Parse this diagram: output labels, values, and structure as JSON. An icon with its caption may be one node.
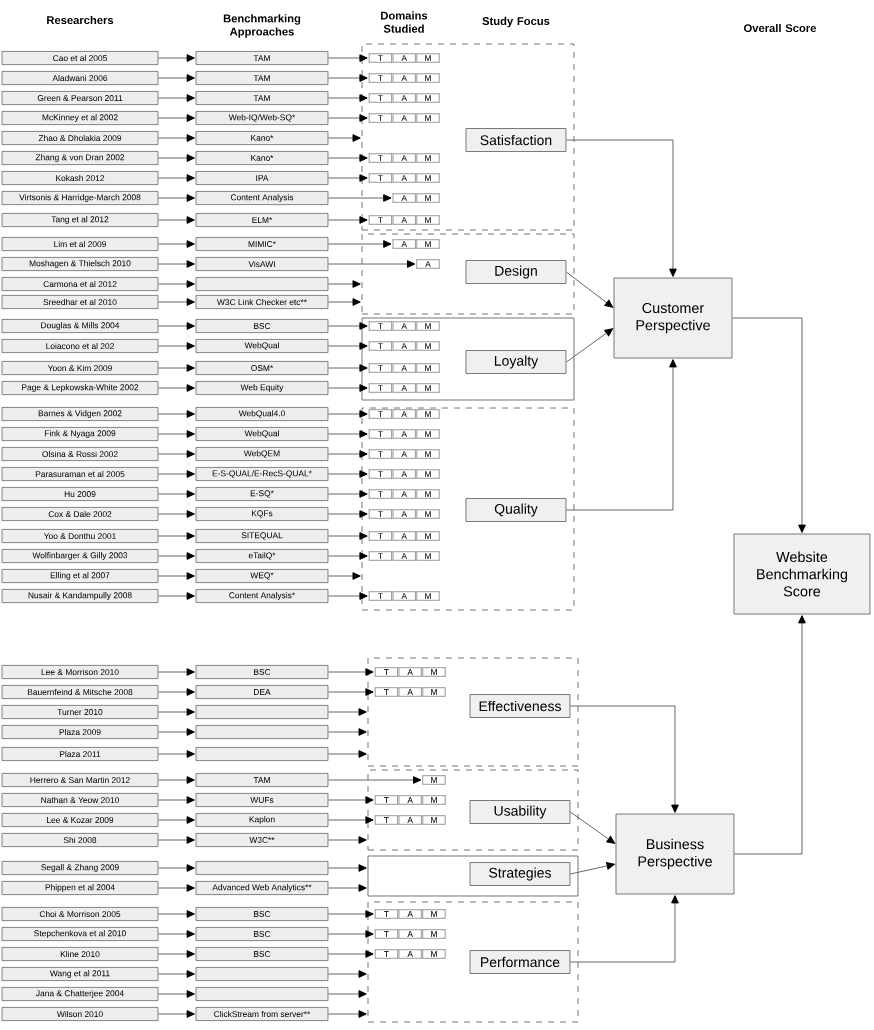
{
  "diagram": {
    "nodes": [
      {
        "text": [
          "Cao et al 2005"
        ]
      },
      {
        "text": [
          "Aladwani 2006"
        ]
      },
      {
        "text": [
          "Green & Pearson 2011"
        ]
      },
      {
        "text": [
          "McKinney et al 2002"
        ]
      },
      {
        "text": [
          "Zhao & Dholakia 2009"
        ]
      },
      {
        "text": [
          "Zhang & von Dran 2002"
        ]
      },
      {
        "text": [
          "Kokash 2012"
        ]
      },
      {
        "text": [
          "Virtsonis & Harridge-March 2008"
        ]
      },
      {
        "text": [
          "Tang et al 2012"
        ]
      },
      {
        "text": [
          "Lim et al 2009"
        ]
      },
      {
        "text": [
          "Moshagen & Thielsch 2010"
        ]
      },
      {
        "text": [
          "Carmona et al 2012"
        ]
      },
      {
        "text": [
          "Sreedhar et al 2010"
        ]
      },
      {
        "text": [
          "Douglas & Mills 2004"
        ]
      },
      {
        "text": [
          "Loiacono et al 202"
        ]
      },
      {
        "text": [
          "Yoon & Kim 2009"
        ]
      },
      {
        "text": [
          "Page & Lepkowska-White 2002"
        ]
      },
      {
        "text": [
          "Barnes & Vidgen 2002"
        ]
      },
      {
        "text": [
          "Fink & Nyaga 2009"
        ]
      },
      {
        "text": [
          "Olsina & Rossi 2002"
        ]
      },
      {
        "text": [
          "Parasuraman et al 2005"
        ]
      },
      {
        "text": [
          "Hu 2009"
        ]
      },
      {
        "text": [
          "Cox & Dale 2002"
        ]
      },
      {
        "text": [
          "Yoo & Donthu 2001"
        ]
      },
      {
        "text": [
          "Wolfinbarger & Gilly 2003"
        ]
      },
      {
        "text": [
          "Elling et al 2007"
        ]
      },
      {
        "text": [
          "Nusair & Kandampully 2008"
        ]
      },
      {
        "text": [
          "Lee & Morrison 2010"
        ]
      },
      {
        "text": [
          "Bauernfeind & Mitsche 2008"
        ]
      },
      {
        "text": [
          "Turner 2010"
        ]
      },
      {
        "text": [
          "Plaza 2009"
        ]
      },
      {
        "text": [
          "Plaza 2011"
        ]
      },
      {
        "text": [
          "Herrero & San Martin 2012"
        ]
      },
      {
        "text": [
          "Nathan & Yeow 2010"
        ]
      },
      {
        "text": [
          "Lee & Kozar 2009"
        ]
      },
      {
        "text": [
          "Shi 2008"
        ]
      },
      {
        "text": [
          "Segall & Zhang 2009"
        ]
      },
      {
        "text": [
          "Phippen et al 2004"
        ]
      },
      {
        "text": [
          "Choi & Morrison 2005"
        ]
      },
      {
        "text": [
          "Stepchenkova et al 2010"
        ]
      },
      {
        "text": [
          "Kline 2010"
        ]
      },
      {
        "text": [
          "Wang et al 2011"
        ]
      },
      {
        "text": [
          "Jana & Chatterjee 2004"
        ]
      },
      {
        "text": [
          "Wilson 2010"
        ]
      },
      {
        "text": [
          "TAM"
        ]
      },
      {
        "text": [
          "TAM"
        ]
      },
      {
        "text": [
          "TAM"
        ]
      },
      {
        "text": [
          "Web-IQ/Web-SQ*"
        ]
      },
      {
        "text": [
          "Kano*"
        ]
      },
      {
        "text": [
          "Kano*"
        ]
      },
      {
        "text": [
          "IPA"
        ]
      },
      {
        "text": [
          "Content Analysis"
        ]
      },
      {
        "text": [
          "ELM*"
        ]
      },
      {
        "text": [
          "MIMIC*"
        ]
      },
      {
        "text": [
          "VisAWI"
        ]
      },
      {
        "text": [],
        "shape": "box"
      },
      {
        "text": [
          "W3C Link Checker etc**"
        ]
      },
      {
        "text": [
          "BSC"
        ]
      },
      {
        "text": [
          "WebQual"
        ]
      },
      {
        "text": [
          "OSM*"
        ]
      },
      {
        "text": [
          "Web Equity"
        ]
      },
      {
        "text": [
          "WebQual4.0"
        ]
      },
      {
        "text": [
          "WebQual"
        ]
      },
      {
        "text": [
          "WebQEM"
        ]
      },
      {
        "text": [
          "E-S-QUAL/E-RecS-QUAL*"
        ]
      },
      {
        "text": [
          "E-SQ*"
        ]
      },
      {
        "text": [
          "KQFs"
        ]
      },
      {
        "text": [
          "SITEQUAL"
        ]
      },
      {
        "text": [
          "eTailQ*"
        ]
      },
      {
        "text": [
          "WEQ*"
        ]
      },
      {
        "text": [
          "Content Analysis*"
        ]
      },
      {
        "text": [
          "BSC"
        ]
      },
      {
        "text": [
          "DEA"
        ]
      },
      {
        "text": [],
        "shape": "box"
      },
      {
        "text": [],
        "shape": "box"
      },
      {
        "text": [],
        "shape": "box"
      },
      {
        "text": [
          "TAM"
        ]
      },
      {
        "text": [
          "WUFs"
        ]
      },
      {
        "text": [
          "Kaplon"
        ]
      },
      {
        "text": [
          "W3C**"
        ]
      },
      {
        "text": [],
        "shape": "box"
      },
      {
        "text": [
          "Advanced Web Analytics**"
        ]
      },
      {
        "text": [
          "BSC"
        ]
      },
      {
        "text": [
          "BSC"
        ]
      },
      {
        "text": [
          "BSC"
        ]
      },
      {
        "text": [],
        "shape": "box"
      },
      {
        "text": [],
        "shape": "box"
      },
      {
        "text": [
          "ClickStream from server**"
        ]
      },
      {
        "text": [],
        "shape": "box"
      },
      {
        "text": [],
        "shape": "box"
      },
      {
        "text": [],
        "shape": "box"
      },
      {
        "text": [],
        "shape": "box"
      },
      {
        "text": [],
        "shape": "box"
      },
      {
        "text": [],
        "shape": "box"
      },
      {
        "text": [],
        "shape": "box"
      },
      {
        "text": [],
        "shape": "box"
      },
      {
        "text": [
          "Satisfaction"
        ],
        "in": 88
      },
      {
        "text": [
          "Design"
        ],
        "in": 89
      },
      {
        "text": [
          "Loyalty"
        ],
        "in": 90
      },
      {
        "text": [
          "Quality"
        ],
        "in": 91
      },
      {
        "text": [
          "Effectiveness"
        ],
        "in": 92
      },
      {
        "text": [
          "Usability"
        ],
        "in": 93
      },
      {
        "text": [
          "Strategies"
        ],
        "in": 94
      },
      {
        "text": [
          "Performance"
        ],
        "in": 95
      },
      {
        "text": [
          "Customer Perspective"
        ]
      },
      {
        "text": [
          "Website Benchmarking Score"
        ]
      },
      {
        "text": [
          "Business Perspective"
        ]
      },
      {
        "text": [
          "T",
          "A",
          "M"
        ],
        "in": 88
      },
      {
        "text": [
          "T",
          "A",
          "M"
        ],
        "in": 88
      },
      {
        "text": [
          "T",
          "A",
          "M"
        ],
        "in": 88
      },
      {
        "text": [
          "T",
          "A",
          "M"
        ],
        "in": 88
      },
      {
        "text": [
          "T",
          "A",
          "M"
        ],
        "in": 88
      },
      {
        "text": [
          "T",
          "A",
          "M"
        ],
        "in": 88
      },
      {
        "text": [
          "A",
          "M"
        ],
        "in": 88
      },
      {
        "text": [
          "T",
          "A",
          "M"
        ],
        "in": 88
      },
      {
        "text": [
          "A",
          "M"
        ],
        "in": 89
      },
      {
        "text": [
          "A"
        ],
        "in": 89
      },
      {
        "text": [
          "T",
          "A",
          "M"
        ],
        "in": 90
      },
      {
        "text": [
          "T",
          "A",
          "M"
        ],
        "in": 90
      },
      {
        "text": [
          "T",
          "A",
          "M"
        ],
        "in": 90
      },
      {
        "text": [
          "T",
          "A",
          "M"
        ],
        "in": 90
      },
      {
        "text": [
          "T",
          "A",
          "M"
        ],
        "in": 91
      },
      {
        "text": [
          "T",
          "A",
          "M"
        ],
        "in": 91
      },
      {
        "text": [
          "T",
          "A",
          "M"
        ],
        "in": 91
      },
      {
        "text": [
          "T",
          "A",
          "M"
        ],
        "in": 91
      },
      {
        "text": [
          "T",
          "A",
          "M"
        ],
        "in": 91
      },
      {
        "text": [
          "T",
          "A",
          "M"
        ],
        "in": 91
      },
      {
        "text": [
          "T",
          "A",
          "M"
        ],
        "in": 91
      },
      {
        "text": [
          "T",
          "A",
          "M"
        ],
        "in": 91
      },
      {
        "text": [
          "T",
          "A",
          "M"
        ],
        "in": 91
      },
      {
        "text": [
          "T",
          "A",
          "M"
        ],
        "in": 92
      },
      {
        "text": [
          "T",
          "A",
          "M"
        ],
        "in": 92
      },
      {
        "text": [
          "M"
        ],
        "in": 93
      },
      {
        "text": [
          "T",
          "A",
          "M"
        ],
        "in": 93
      },
      {
        "text": [
          "T",
          "A",
          "M"
        ],
        "in": 93
      },
      {
        "text": [
          "T",
          "A",
          "M"
        ],
        "in": 95
      },
      {
        "text": [
          "T",
          "A",
          "M"
        ],
        "in": 95
      },
      {
        "text": [
          "T",
          "A",
          "M"
        ],
        "in": 95
      }
    ],
    "edges": [
      {
        "from": 0,
        "to": 44,
        "arrow": "to"
      },
      {
        "from": 1,
        "to": 45,
        "arrow": "to"
      },
      {
        "from": 2,
        "to": 46,
        "arrow": "to"
      },
      {
        "from": 3,
        "to": 47,
        "arrow": "to"
      },
      {
        "from": 4,
        "to": 48,
        "arrow": "to"
      },
      {
        "from": 5,
        "to": 49,
        "arrow": "to"
      },
      {
        "from": 6,
        "to": 50,
        "arrow": "to"
      },
      {
        "from": 7,
        "to": 51,
        "arrow": "to"
      },
      {
        "from": 8,
        "to": 52,
        "arrow": "to"
      },
      {
        "from": 9,
        "to": 53,
        "arrow": "to"
      },
      {
        "from": 10,
        "to": 54,
        "arrow": "to"
      },
      {
        "from": 11,
        "to": 55,
        "arrow": "to"
      },
      {
        "from": 12,
        "to": 56,
        "arrow": "to"
      },
      {
        "from": 13,
        "to": 57,
        "arrow": "to"
      },
      {
        "from": 14,
        "to": 58,
        "arrow": "to"
      },
      {
        "from": 15,
        "to": 59,
        "arrow": "to"
      },
      {
        "from": 16,
        "to": 60,
        "arrow": "to"
      },
      {
        "from": 17,
        "to": 61,
        "arrow": "to"
      },
      {
        "from": 18,
        "to": 62,
        "arrow": "to"
      },
      {
        "from": 19,
        "to": 63,
        "arrow": "to"
      },
      {
        "from": 20,
        "to": 64,
        "arrow": "to"
      },
      {
        "from": 21,
        "to": 65,
        "arrow": "to"
      },
      {
        "from": 22,
        "to": 66,
        "arrow": "to"
      },
      {
        "from": 23,
        "to": 67,
        "arrow": "to"
      },
      {
        "from": 24,
        "to": 68,
        "arrow": "to"
      },
      {
        "from": 25,
        "to": 69,
        "arrow": "to"
      },
      {
        "from": 26,
        "to": 70,
        "arrow": "to"
      },
      {
        "from": 27,
        "to": 71,
        "arrow": "to"
      },
      {
        "from": 28,
        "to": 72,
        "arrow": "to"
      },
      {
        "from": 29,
        "to": 73,
        "arrow": "to"
      },
      {
        "from": 30,
        "to": 74,
        "arrow": "to"
      },
      {
        "from": 31,
        "to": 75,
        "arrow": "to"
      },
      {
        "from": 32,
        "to": 76,
        "arrow": "to"
      },
      {
        "from": 33,
        "to": 77,
        "arrow": "to"
      },
      {
        "from": 34,
        "to": 78,
        "arrow": "to"
      },
      {
        "from": 35,
        "to": 79,
        "arrow": "to"
      },
      {
        "from": 36,
        "to": 80,
        "arrow": "to"
      },
      {
        "from": 37,
        "to": 81,
        "arrow": "to"
      },
      {
        "from": 38,
        "to": 82,
        "arrow": "to"
      },
      {
        "from": 39,
        "to": 83,
        "arrow": "to"
      },
      {
        "from": 40,
        "to": 84,
        "arrow": "to"
      },
      {
        "from": 41,
        "to": 85,
        "arrow": "to"
      },
      {
        "from": 42,
        "to": 86,
        "arrow": "to"
      },
      {
        "from": 43,
        "to": 87,
        "arrow": "to"
      },
      {
        "from": 44,
        "to": 107,
        "arrow": "to"
      },
      {
        "from": 45,
        "to": 108,
        "arrow": "to"
      },
      {
        "from": 46,
        "to": 109,
        "arrow": "to"
      },
      {
        "from": 47,
        "to": 110,
        "arrow": "to"
      },
      {
        "from": 48,
        "to": 88,
        "arrow": "to"
      },
      {
        "from": 49,
        "to": 111,
        "arrow": "to"
      },
      {
        "from": 50,
        "to": 112,
        "arrow": "to"
      },
      {
        "from": 51,
        "to": 113,
        "arrow": "to"
      },
      {
        "from": 52,
        "to": 114,
        "arrow": "to"
      },
      {
        "from": 53,
        "to": 115,
        "arrow": "to"
      },
      {
        "from": 54,
        "to": 116,
        "arrow": "to"
      },
      {
        "from": 55,
        "to": 89,
        "arrow": "to"
      },
      {
        "from": 56,
        "to": 89,
        "arrow": "to"
      },
      {
        "from": 57,
        "to": 117,
        "arrow": "to"
      },
      {
        "from": 58,
        "to": 118,
        "arrow": "to"
      },
      {
        "from": 59,
        "to": 119,
        "arrow": "to"
      },
      {
        "from": 60,
        "to": 120,
        "arrow": "to"
      },
      {
        "from": 61,
        "to": 121,
        "arrow": "to"
      },
      {
        "from": 62,
        "to": 122,
        "arrow": "to"
      },
      {
        "from": 63,
        "to": 123,
        "arrow": "to"
      },
      {
        "from": 64,
        "to": 124,
        "arrow": "to"
      },
      {
        "from": 65,
        "to": 125,
        "arrow": "to"
      },
      {
        "from": 66,
        "to": 126,
        "arrow": "to"
      },
      {
        "from": 67,
        "to": 127,
        "arrow": "to"
      },
      {
        "from": 68,
        "to": 128,
        "arrow": "to"
      },
      {
        "from": 69,
        "to": 91,
        "arrow": "to"
      },
      {
        "from": 70,
        "to": 129,
        "arrow": "to"
      },
      {
        "from": 71,
        "to": 130,
        "arrow": "to"
      },
      {
        "from": 72,
        "to": 131,
        "arrow": "to"
      },
      {
        "from": 73,
        "to": 92,
        "arrow": "to"
      },
      {
        "from": 74,
        "to": 92,
        "arrow": "to"
      },
      {
        "from": 75,
        "to": 92,
        "arrow": "to"
      },
      {
        "from": 76,
        "to": 132,
        "arrow": "to"
      },
      {
        "from": 77,
        "to": 133,
        "arrow": "to"
      },
      {
        "from": 78,
        "to": 134,
        "arrow": "to"
      },
      {
        "from": 79,
        "to": 93,
        "arrow": "to"
      },
      {
        "from": 80,
        "to": 94,
        "arrow": "to"
      },
      {
        "from": 81,
        "to": 94,
        "arrow": "to"
      },
      {
        "from": 82,
        "to": 135,
        "arrow": "to"
      },
      {
        "from": 83,
        "to": 136,
        "arrow": "to"
      },
      {
        "from": 84,
        "to": 137,
        "arrow": "to"
      },
      {
        "from": 85,
        "to": 95,
        "arrow": "to"
      },
      {
        "from": 86,
        "to": 95,
        "arrow": "to"
      },
      {
        "from": 87,
        "to": 95,
        "arrow": "to"
      },
      {
        "from": 96,
        "to": 104,
        "arrow": "to"
      },
      {
        "from": 97,
        "to": 104,
        "arrow": "to"
      },
      {
        "from": 98,
        "to": 104,
        "arrow": "to"
      },
      {
        "from": 99,
        "to": 104,
        "arrow": "to"
      },
      {
        "from": 100,
        "to": 106,
        "arrow": "to"
      },
      {
        "from": 101,
        "to": 106,
        "arrow": "to"
      },
      {
        "from": 102,
        "to": 106,
        "arrow": "to"
      },
      {
        "from": 103,
        "to": 106,
        "arrow": "to"
      },
      {
        "from": 104,
        "to": 105,
        "arrow": "to"
      },
      {
        "from": 106,
        "to": 105,
        "arrow": "to"
      }
    ],
    "labels": [
      "Researchers",
      "Benchmarking Approaches",
      "Domains Studied",
      "Study Focus",
      "Overall Score"
    ]
  }
}
